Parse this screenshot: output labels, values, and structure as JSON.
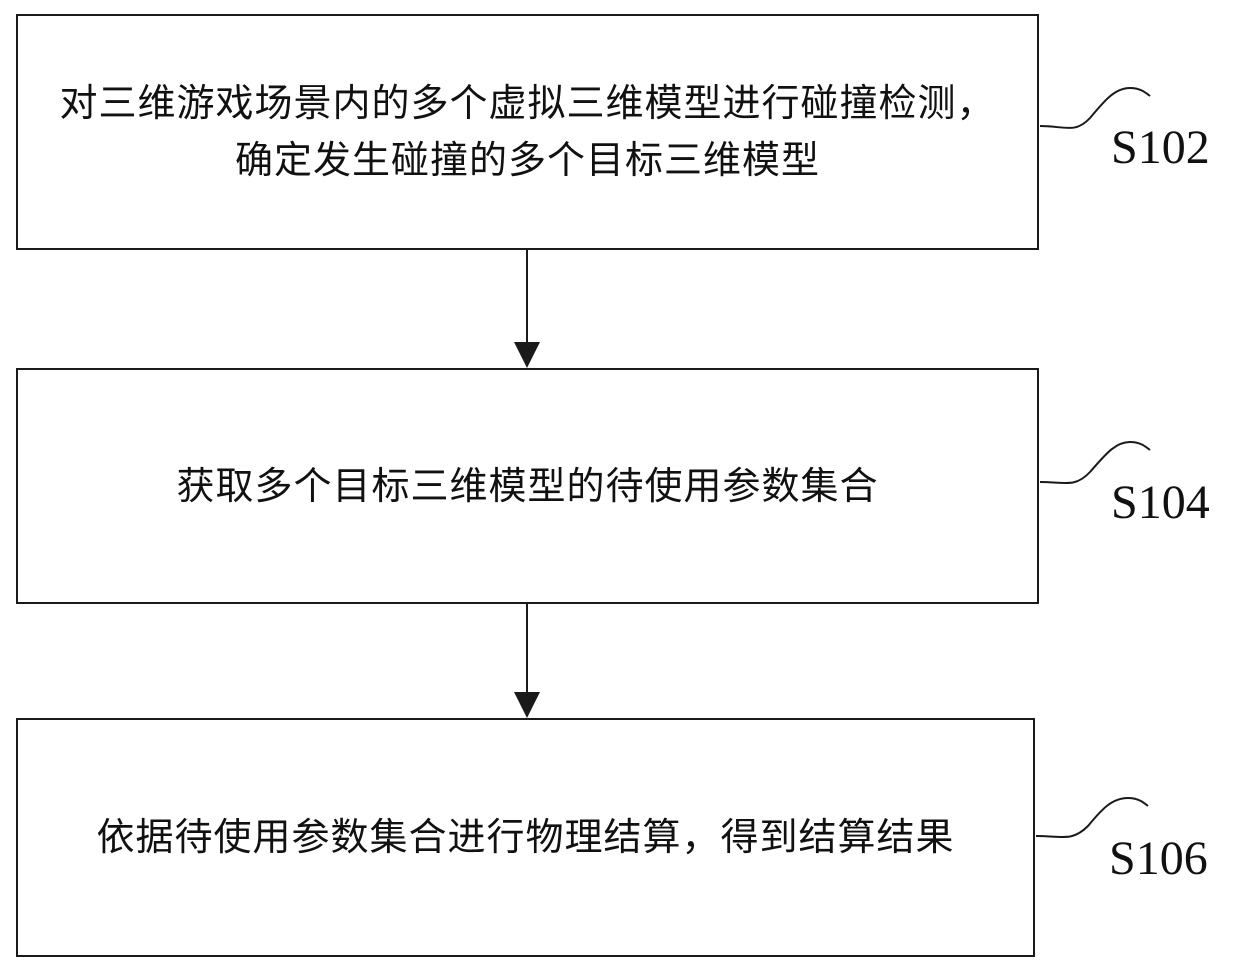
{
  "steps": [
    {
      "id": "S102",
      "label": "S102",
      "text": "对三维游戏场景内的多个虚拟三维模型进行碰撞检测，确定发生碰撞的多个目标三维模型"
    },
    {
      "id": "S104",
      "label": "S104",
      "text": "获取多个目标三维模型的待使用参数集合"
    },
    {
      "id": "S106",
      "label": "S106",
      "text": "依据待使用参数集合进行物理结算，得到结算结果"
    }
  ],
  "colors": {
    "stroke": "#1a1a1a",
    "text": "#111111",
    "background": "#ffffff"
  }
}
